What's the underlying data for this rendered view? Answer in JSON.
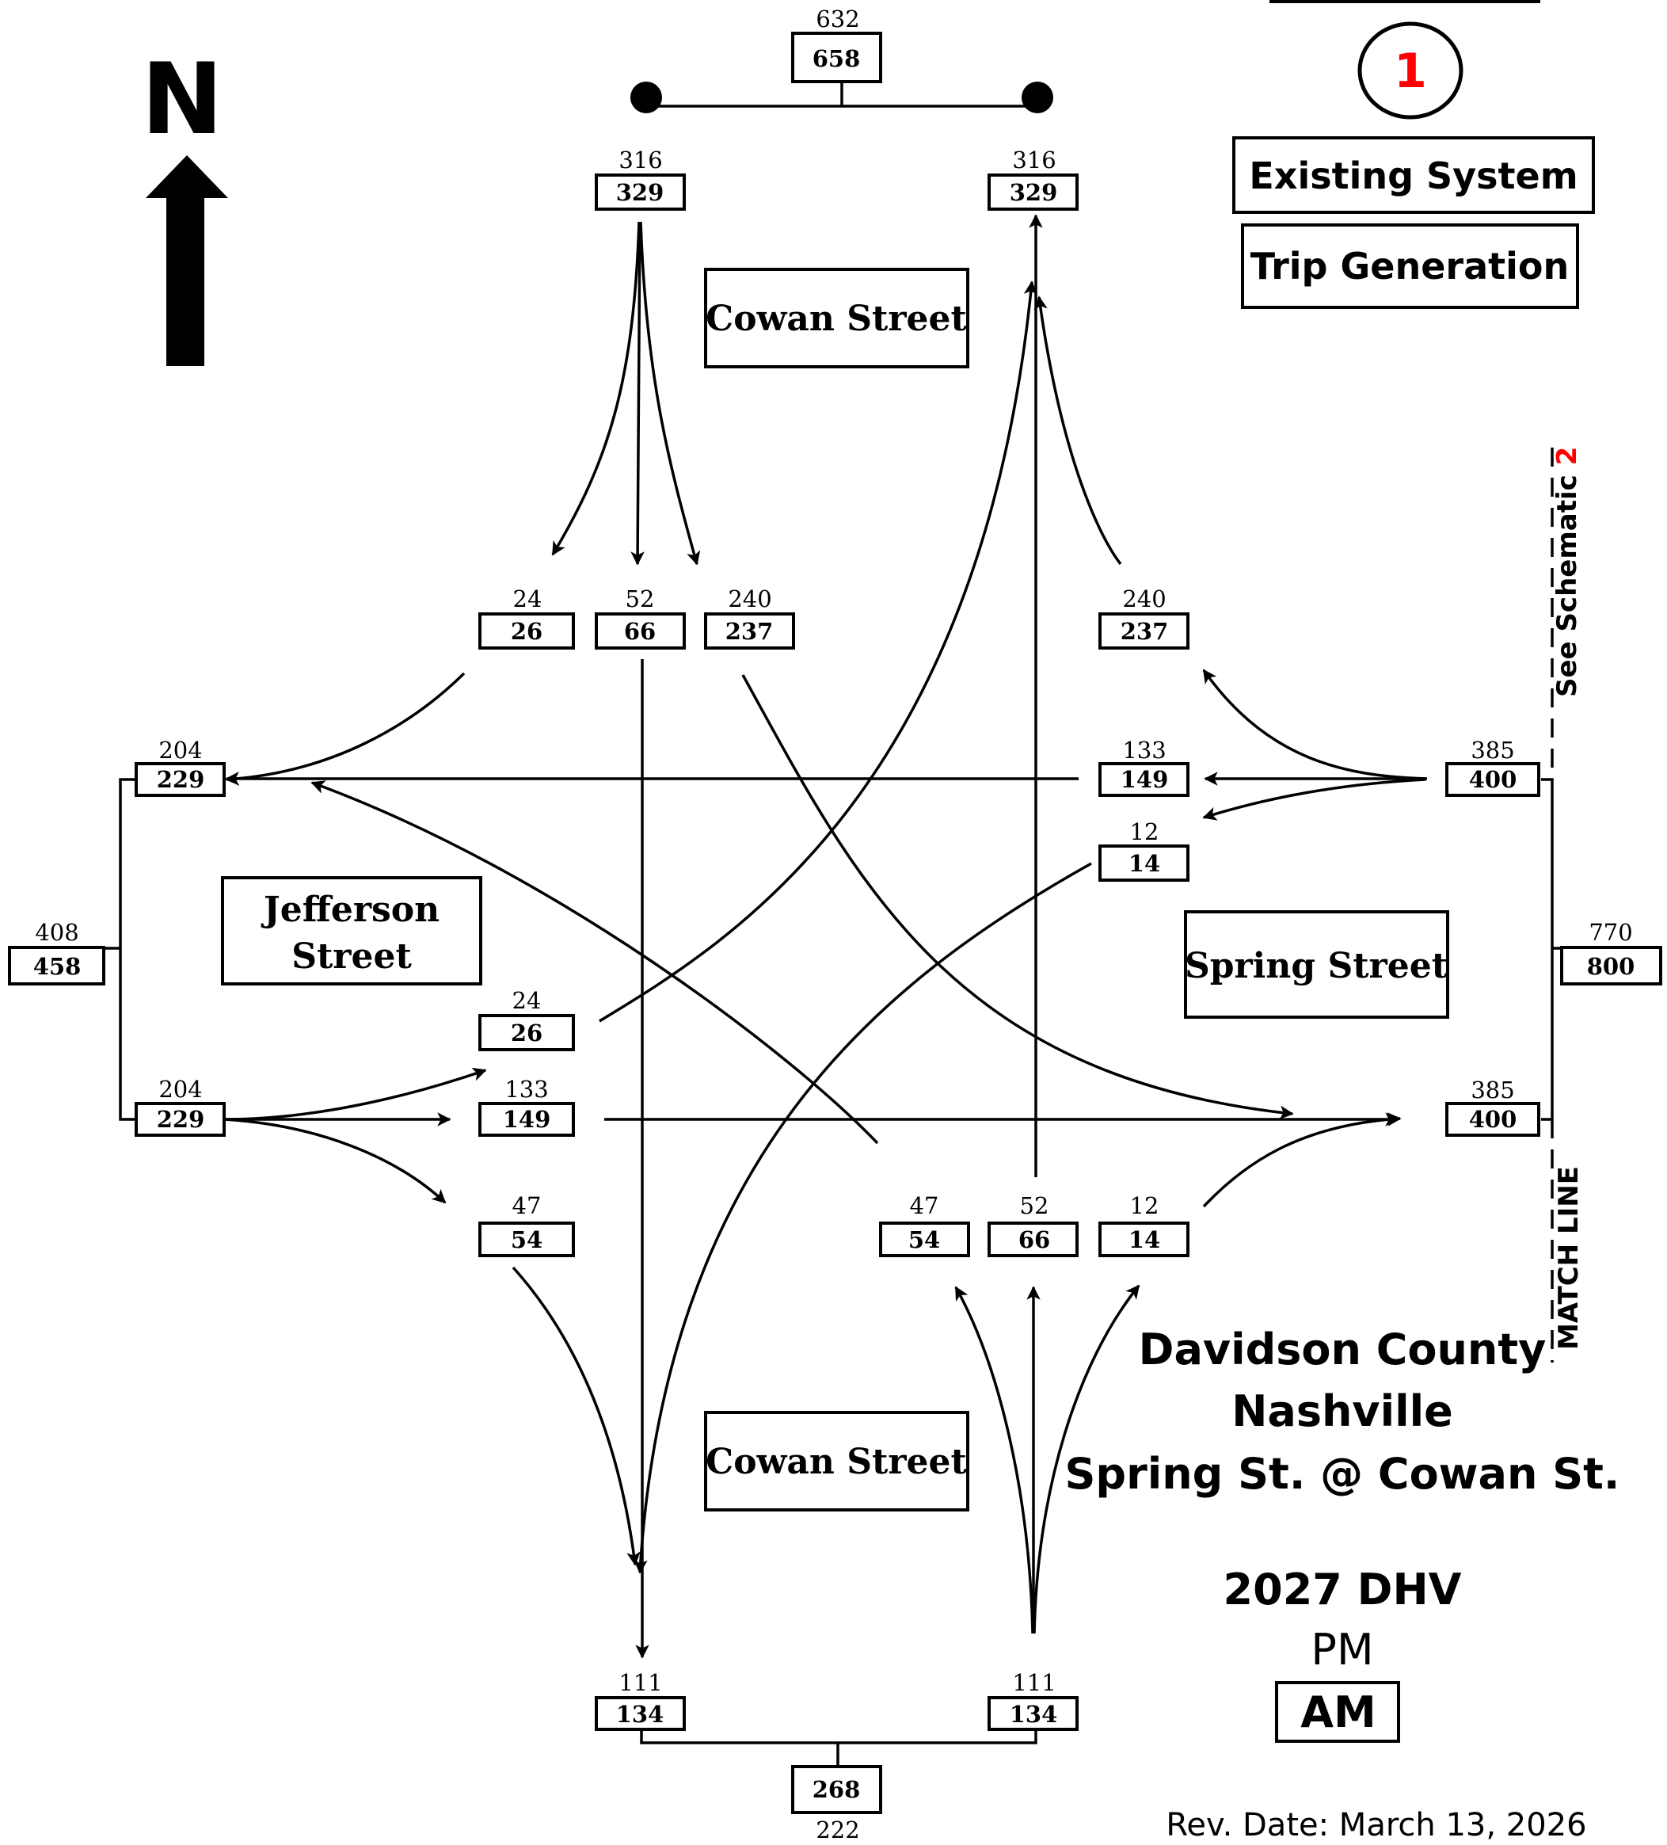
{
  "compass": {
    "label": "N"
  },
  "schematic": {
    "number": "1"
  },
  "titles": {
    "system": "Existing System",
    "generation": "Trip Generation"
  },
  "streets": {
    "north": "Cowan Street",
    "south": "Cowan Street",
    "west_line1": "Jefferson",
    "west_line2": "Street",
    "east": "Spring Street"
  },
  "volumes": {
    "north_total": {
      "pm": "632",
      "am": "658"
    },
    "north_entry": {
      "pm": "316",
      "am": "329"
    },
    "north_exit": {
      "pm": "316",
      "am": "329"
    },
    "sb_right": {
      "pm": "24",
      "am": "26"
    },
    "sb_through": {
      "pm": "52",
      "am": "66"
    },
    "sb_left": {
      "pm": "240",
      "am": "237"
    },
    "wb_right": {
      "pm": "240",
      "am": "237"
    },
    "wb_through": {
      "pm": "133",
      "am": "149"
    },
    "wb_left": {
      "pm": "12",
      "am": "14"
    },
    "east_entry": {
      "pm": "385",
      "am": "400"
    },
    "east_total": {
      "pm": "770",
      "am": "800"
    },
    "east_exit": {
      "pm": "385",
      "am": "400"
    },
    "west_exit": {
      "pm": "204",
      "am": "229"
    },
    "west_total": {
      "pm": "408",
      "am": "458"
    },
    "west_entry": {
      "pm": "204",
      "am": "229"
    },
    "eb_left": {
      "pm": "24",
      "am": "26"
    },
    "eb_through": {
      "pm": "133",
      "am": "149"
    },
    "eb_right": {
      "pm": "47",
      "am": "54"
    },
    "nb_left": {
      "pm": "47",
      "am": "54"
    },
    "nb_through": {
      "pm": "52",
      "am": "66"
    },
    "nb_right": {
      "pm": "12",
      "am": "14"
    },
    "south_exit": {
      "pm": "111",
      "am": "134"
    },
    "south_entry": {
      "pm": "111",
      "am": "134"
    },
    "south_total": {
      "pm": "222",
      "am": "268"
    }
  },
  "side_labels": {
    "see_schematic": "See Schematic ",
    "see_schematic_num": "2",
    "match_line": "MATCH LINE"
  },
  "location": {
    "county": "Davidson County",
    "city": "Nashville",
    "intersection": "Spring St. @ Cowan St."
  },
  "legend": {
    "year": "2027 DHV",
    "pm": "PM",
    "am": "AM"
  },
  "rev_date": "Rev. Date: March 13, 2026",
  "colors": {
    "accent": "#ff0000",
    "ink": "#000000"
  }
}
